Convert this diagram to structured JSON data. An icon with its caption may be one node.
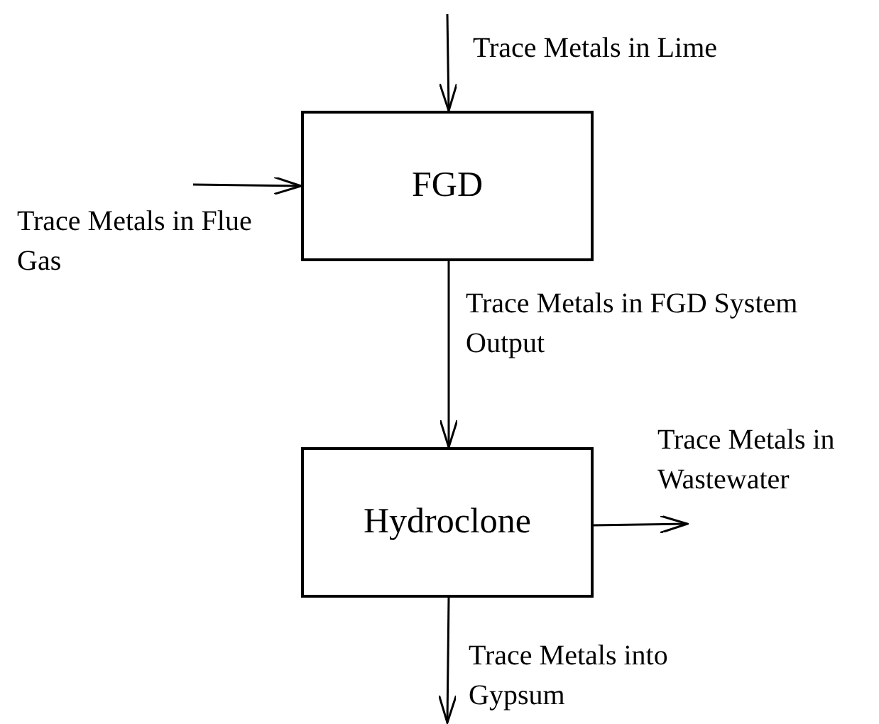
{
  "diagram": {
    "nodes": [
      {
        "text": [
          "FGD"
        ]
      },
      {
        "text": [
          "Hydroclone"
        ]
      }
    ],
    "edges": [
      {
        "from": null,
        "to": 0,
        "arrow": "to",
        "label": "Trace Metals in Lime"
      },
      {
        "from": null,
        "to": 0,
        "arrow": "to",
        "label": "Trace Metals in Flue Gas"
      },
      {
        "from": 0,
        "to": 1,
        "arrow": "to",
        "label": "Trace Metals in FGD System Output"
      },
      {
        "from": 1,
        "to": null,
        "arrow": "to",
        "label": "Trace Metals in Wastewater"
      },
      {
        "from": 1,
        "to": null,
        "arrow": "to",
        "label": "Trace Metals into Gypsum"
      }
    ]
  }
}
